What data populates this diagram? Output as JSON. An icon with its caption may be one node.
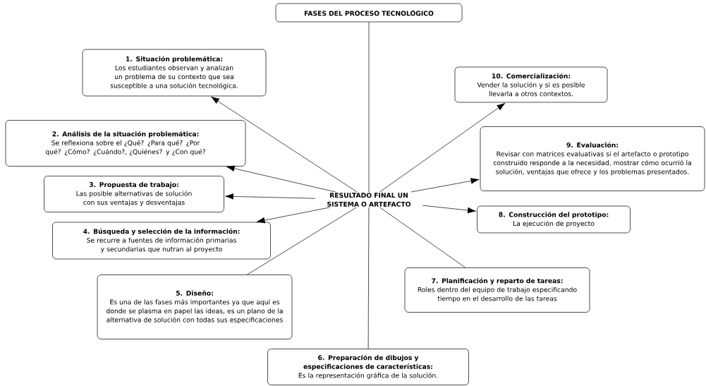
{
  "diagram": {
    "nodes": [
      {
        "text": [
          "FASES DEL PROCESO TECNOLÓGICO"
        ]
      },
      {
        "text": [
          "RESULTADO FINAL UN SISTEMA O ARTEFACTO"
        ]
      },
      {
        "text": [
          "1. Situación problemática:",
          "Los estudiantes observan y analizan un problema de su contexto que sea susceptible a una solución tecnológica."
        ]
      },
      {
        "text": [
          "2. Análisis de la situación problemática:",
          "Se reflexiona sobre el ¿Qué? ¿Para qué? ¿Por qué? ¿Cómo? ¿Cuándo?, ¿Quiénes? y ¿Con qué?"
        ]
      },
      {
        "text": [
          "3. Propuesta de trabajo:",
          "Las posible alternativas de solución con sus ventajas y desventajas"
        ]
      },
      {
        "text": [
          "4. Búsqueda y selección de la información:",
          "Se recurre a fuentes de información primarias y secundarias que nutran al proyecto"
        ]
      },
      {
        "text": [
          "5. Diseño:",
          "Es una de las fases más importantes ya que aquí es donde se plasma en papel las ideas, es un plano de la alternativa de solución con todas sus especificaciones"
        ]
      },
      {
        "text": [
          "6. Preparación de dibujos y especificaciones de características:",
          "Es la representación gráfica de la solución."
        ]
      },
      {
        "text": [
          "7. Planificación y reparto de tareas:",
          "Roles dentro del equipo de trabajo especificando tiempo en el desarrollo de las tareas"
        ]
      },
      {
        "text": [
          "8. Construcción del prototipo:",
          "La ejecución de proyecto"
        ]
      },
      {
        "text": [
          "9. Evaluación:",
          "Revisar con matrices evaluativas si el artefacto o prototipo construido responde a la necesidad, mostrar cómo ocurrió la solución, ventajas que ofrece y los problemas presentados."
        ]
      },
      {
        "text": [
          "10. Comercialización:",
          "Vender la solución y si es posible llevarla a otros contextos."
        ]
      }
    ],
    "edges": [
      {
        "from": 0,
        "to": 1,
        "arrow": "none"
      },
      {
        "from": 1,
        "to": 2,
        "arrow": "to"
      },
      {
        "from": 1,
        "to": 3,
        "arrow": "to"
      },
      {
        "from": 1,
        "to": 4,
        "arrow": "to"
      },
      {
        "from": 1,
        "to": 5,
        "arrow": "to"
      },
      {
        "from": 1,
        "to": 6,
        "arrow": "none"
      },
      {
        "from": 1,
        "to": 7,
        "arrow": "none"
      },
      {
        "from": 1,
        "to": 8,
        "arrow": "none"
      },
      {
        "from": 1,
        "to": 9,
        "arrow": "to"
      },
      {
        "from": 1,
        "to": 10,
        "arrow": "to"
      },
      {
        "from": 1,
        "to": 11,
        "arrow": "to"
      }
    ]
  }
}
